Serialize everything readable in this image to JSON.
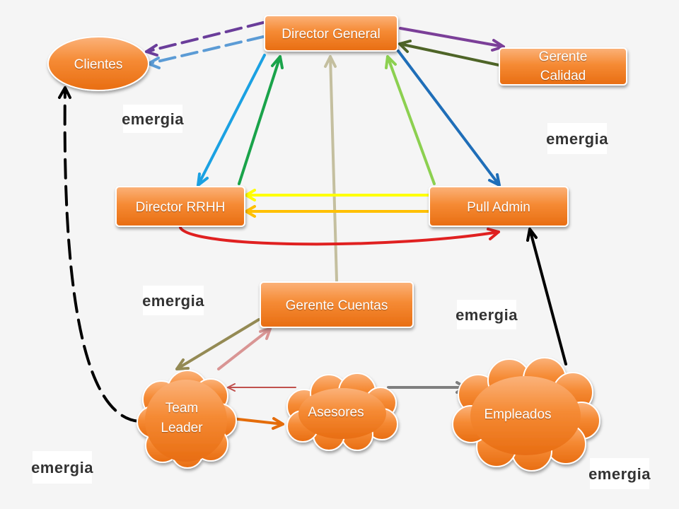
{
  "nodes": {
    "director_general": "Director General",
    "clientes": "Clientes",
    "gerente_calidad_line1": "Gerente",
    "gerente_calidad_line2": "Calidad",
    "director_rrhh": "Director RRHH",
    "pull_admin": "Pull Admin",
    "gerente_cuentas": "Gerente Cuentas",
    "team_leader_line1": "Team",
    "team_leader_line2": "Leader",
    "asesores": "Asesores",
    "empleados": "Empleados"
  },
  "logo": {
    "text": "emergia",
    "count": 6
  },
  "colors": {
    "node_fill": "#f47b20",
    "node_border": "#ffffff",
    "background": "#f5f5f5"
  }
}
